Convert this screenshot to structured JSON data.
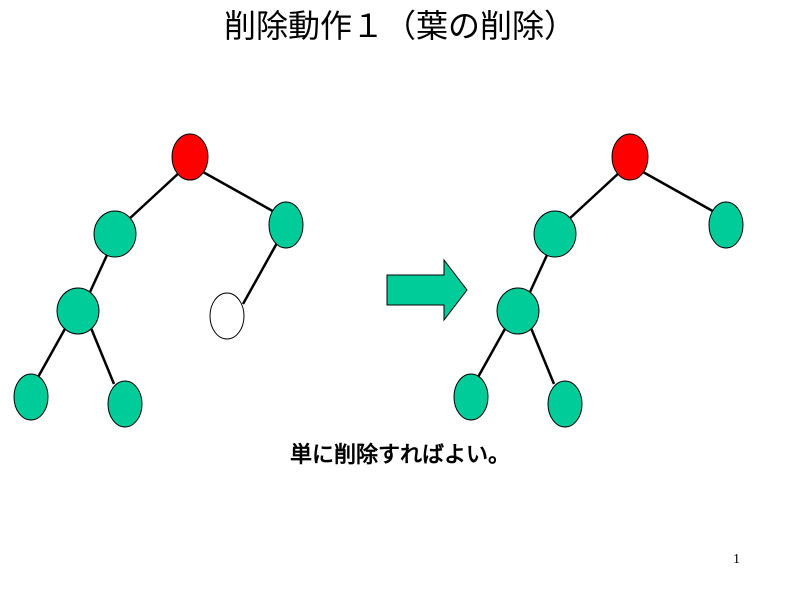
{
  "slide": {
    "title": "削除動作１（葉の削除）",
    "caption": "単に削除すればよい。",
    "page_number": "1"
  },
  "colors": {
    "root_node": "#ff0000",
    "tree_node": "#00cc99",
    "deleted_node": "#ffffff",
    "arrow": "#00cc99",
    "edge": "#000000"
  },
  "diagram": {
    "before_tree": {
      "nodes": [
        {
          "id": "root",
          "state": "root"
        },
        {
          "id": "left",
          "state": "normal"
        },
        {
          "id": "right",
          "state": "normal"
        },
        {
          "id": "left-left",
          "state": "normal"
        },
        {
          "id": "right-left",
          "state": "deleted"
        },
        {
          "id": "left-left-left",
          "state": "normal"
        },
        {
          "id": "left-left-right",
          "state": "normal"
        }
      ],
      "edges": [
        [
          "root",
          "left"
        ],
        [
          "root",
          "right"
        ],
        [
          "left",
          "left-left"
        ],
        [
          "right",
          "right-left"
        ],
        [
          "left-left",
          "left-left-left"
        ],
        [
          "left-left",
          "left-left-right"
        ]
      ]
    },
    "after_tree": {
      "nodes": [
        {
          "id": "root",
          "state": "root"
        },
        {
          "id": "left",
          "state": "normal"
        },
        {
          "id": "right",
          "state": "normal"
        },
        {
          "id": "left-left",
          "state": "normal"
        },
        {
          "id": "left-left-left",
          "state": "normal"
        },
        {
          "id": "left-left-right",
          "state": "normal"
        }
      ],
      "edges": [
        [
          "root",
          "left"
        ],
        [
          "root",
          "right"
        ],
        [
          "left",
          "left-left"
        ],
        [
          "left-left",
          "left-left-left"
        ],
        [
          "left-left",
          "left-left-right"
        ]
      ]
    }
  }
}
